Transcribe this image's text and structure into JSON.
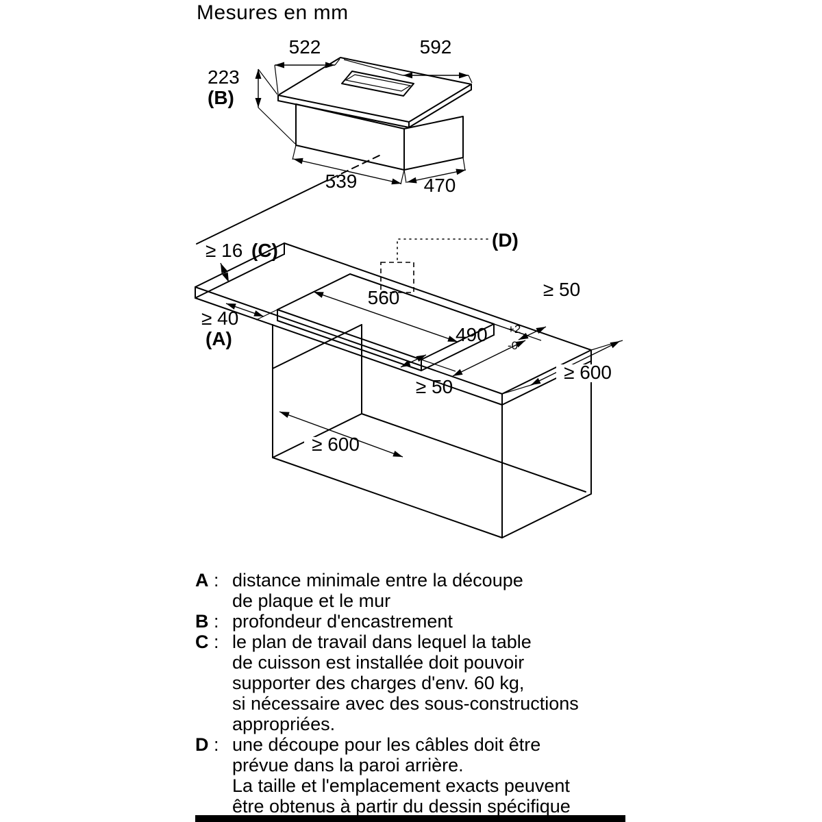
{
  "title": "Mesures en mm",
  "hob": {
    "top_depth": "522",
    "top_width": "592",
    "install_depth": "223",
    "install_depth_ref": "(B)",
    "body_width": "539",
    "body_depth": "470"
  },
  "install": {
    "worktop_thickness": "≥ 16",
    "worktop_thickness_ref": "(C)",
    "cable_cutout_ref": "(D)",
    "cutout_width": "560",
    "cutout_depth": "490",
    "cutout_depth_tol_plus": "+2",
    "cutout_depth_tol_minus": "-0",
    "wall_distance": "≥ 40",
    "wall_distance_ref": "(A)",
    "rear_clearance": "≥ 50",
    "front_clearance": "≥ 50",
    "worktop_depth": "≥ 600",
    "niche_width": "≥ 600"
  },
  "legend": {
    "colon": ":",
    "items": [
      {
        "letter": "A",
        "lines": [
          "distance minimale entre la découpe",
          "de plaque et le mur"
        ]
      },
      {
        "letter": "B",
        "lines": [
          "profondeur d'encastrement"
        ]
      },
      {
        "letter": "C",
        "lines": [
          "le plan de travail dans lequel la table",
          "de cuisson est installée doit pouvoir",
          "supporter des charges d'env. 60 kg,",
          "si nécessaire avec des sous-constructions",
          "appropriées."
        ]
      },
      {
        "letter": "D",
        "lines": [
          "une découpe pour les câbles doit être",
          "prévue dans la paroi arrière.",
          "La taille et l'emplacement exacts peuvent",
          "être obtenus à partir du dessin spécifique"
        ]
      }
    ]
  }
}
